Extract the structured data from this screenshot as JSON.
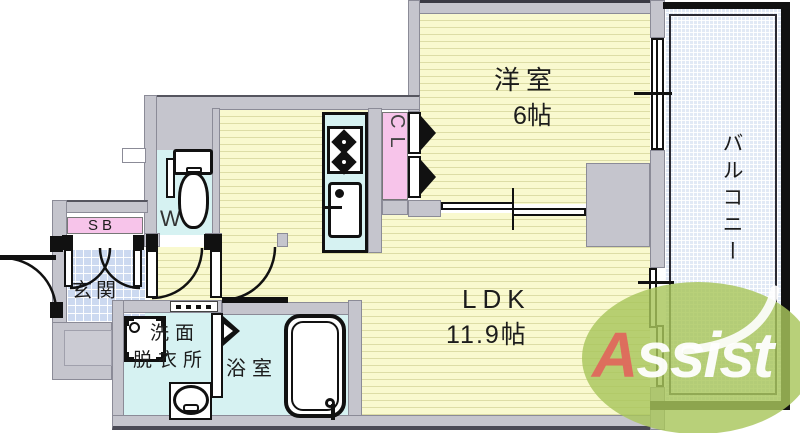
{
  "plan": {
    "rooms": {
      "western_room": {
        "name": "洋室",
        "size": "6帖"
      },
      "ldk": {
        "name": "LDK",
        "size": "11.9帖"
      },
      "balcony": {
        "name": "バルコニー"
      },
      "entrance": {
        "name": "玄関"
      },
      "shoe_box": {
        "name": "SB"
      },
      "toilet": {
        "name": "WC"
      },
      "closet": {
        "name": "CL"
      },
      "washroom": {
        "name_line1": "洗面",
        "name_line2": "脱衣所"
      },
      "bathroom": {
        "name": "浴室"
      }
    },
    "watermark": {
      "initial": "A",
      "rest": "ssist"
    },
    "colors": {
      "room_yellow": "#f9f9cf",
      "wet_area_cyan": "#d6f2f2",
      "closet_pink": "#f7c4ea",
      "entrance_tile_blue": "#ccd9f0",
      "balcony_blue": "#e1e9f5",
      "wall_gray": "#c5c5cd",
      "logo_green": "#a8c65c",
      "logo_accent": "#e0695c"
    }
  }
}
